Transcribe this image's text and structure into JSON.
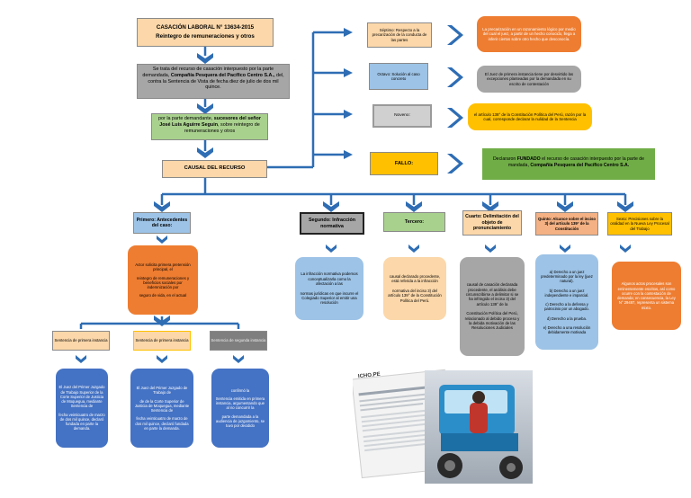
{
  "colors": {
    "arrow": "#2e6db4",
    "gray": "#a6a6a6",
    "green": "#a9d18e",
    "peach": "#fbd7a9",
    "blue": "#9dc3e6",
    "orange": "#ee7d31",
    "yellow": "#ffc000",
    "darkgreen": "#70ad47",
    "darkblue": "#4472c4",
    "darkgray": "#7f7f7f"
  },
  "title": {
    "line1": "CASACIÓN LABORAL N° 13634-2015",
    "line2": "Reintegro de remuneraciones y otros"
  },
  "summary": {
    "prefix": "Se trata del recurso de casación interpuesto por la parte demandada,",
    "company": "Compañía Pesquera del Pacífico Centro S.A.,",
    "suffix": "del, contra la Sentencia de Vista de fecha diez de julio de dos mil quince."
  },
  "plaintiff": {
    "prefix": "por la parte demandante,",
    "bold": "sucesores del señor José Luis Aguirre Seguin",
    "suffix": ", sobre reintegro de remuneraciones y otros"
  },
  "causal": "CAUSAL DEL RECURSO",
  "right": {
    "septimo": "Séptimo: Respecto a la precarización de la conducta de las partes",
    "septimo_result": "La precarización en un razonamiento lógico por medio del cual el juez, a partir de un hecho conocido, llega a inferir ciertos sobre otro hecho que desconocía.",
    "octavo": "Octavo: Solución al caso concreto",
    "octavo_result": "El Juez de primera instancia tiene por desvirtido las excepciones planteadas por la demandada en su escrito de contestación",
    "noveno": "Noveno:",
    "noveno_result": "el artículo 138° de la Constitución Política del Perú, razón por la cual, corresponde declarar la nulidad de la Sentencia",
    "fallo": "FALLO:",
    "fallo_prefix": "Declararon",
    "fallo_bold": "FUNDADO",
    "fallo_mid": "el recurso de casación interpuesto por la parte de mandada,",
    "fallo_company": "Compañía Pesquera del Pacífico Centro S.A."
  },
  "branches": {
    "primero": "Primero: Antecedentes del caso:",
    "segundo": "Segundo: Infracción normativa",
    "tercero": "Tercero:",
    "cuarto": "Cuarto: Delimitación del objeto de pronunciamiento",
    "quinto": "Quinto: Alcance sobre el inciso 3) del artículo 139° de la Constitución",
    "sexto": "Sexto: Precisiones sobre la oralidad en la Nueva Ley Procesal del Trabajo"
  },
  "primero_detail": {
    "l1": "Actor solicita primera pretensión principal, el",
    "l2": "reintegro de remuneraciones y beneficios sociales por indemnización por",
    "l3": "seguro de vida, en el actual"
  },
  "instances": {
    "a": "Sentencia de primera instancia",
    "b": "Sentencia de primera instancia",
    "c": "Sentencia de segunda instancia"
  },
  "instances_detail": {
    "a_top": "El Juez del Primer Juzgado de Trabajo Superior de la Corte Superior de Justicia de Moquegua, mediante Sentencia de",
    "a_bottom": "fecha veinticuatro de marzo de dos mil quince, declaró fundada en parte la demanda.",
    "b_top": "El Juez del Primer Juzgado de Trabajo de",
    "b_mid": "de de la Corte Superior de Justicia de Moquegua, mediante Sentencia de",
    "b_bottom": "fecha veinticuatro de marzo de dos mil quince, declaró fundada en parte la demanda.",
    "c_top": "confirmó la",
    "c_mid": "Sentencia emitida en primera instancia, argumentando que al no concurrir la",
    "c_bottom": "parte demandada a la audiencia de juzgamiento, se tuvo por decidido"
  },
  "details": {
    "segundo_top": "La infracción normativa podemos conceptualizarla como la afectación a las",
    "segundo_bottom": "normas jurídicas en que incurre el Colegiado Superior al emitir una resolución",
    "tercero_top": "causal declarado procedente, está referida a la infracción",
    "tercero_bottom": "normativa del inciso 3) del artículo 139° de la Constitución Política del Perú.",
    "cuarto_top": "causal de casación declarada procedente, el análisis debe circunscribirse a delimitar si se ha infringido el inciso 3) del artículo 139° de la",
    "cuarto_bottom": "Constitución Política del Perú, relacionado al debido proceso y la debida motivación de las Resoluciones Judiciales",
    "quinto_items": [
      "a) Derecho a un juez predeterminado por la ley (juez natural).",
      "b) Derecho a un juez independiente e imparcial.",
      "c) Derecho a la defensa y patrocinio por un abogado.",
      "d) Derecho a la prueba.",
      "e) Derecho a una resolución debidamente motivada"
    ],
    "sexto": "Algunos actos procesales son eminentemente escritos, así como ocurre con la contestación de demanda; en consecuencia, la Ley N° 29497, representa un sistema mixto."
  },
  "photo": {
    "header": "ICHO.PE"
  }
}
